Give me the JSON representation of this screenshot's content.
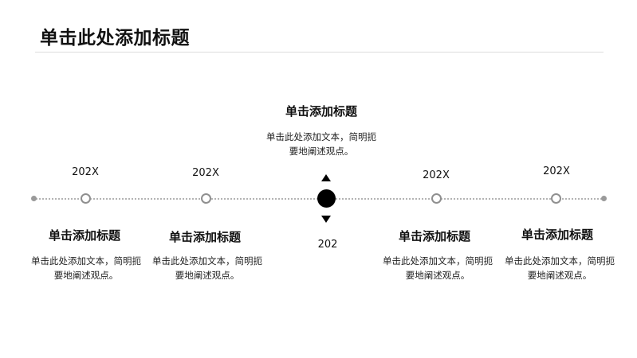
{
  "page": {
    "title": "单击此处添加标题"
  },
  "timeline": {
    "milestones": [
      {
        "year": "202X",
        "title": "单击添加标题",
        "desc": "单击此处添加文本，简明扼要地阐述观点。"
      },
      {
        "year": "202X",
        "title": "单击添加标题",
        "desc": "单击此处添加文本，简明扼要地阐述观点。"
      },
      {
        "year": "202",
        "title": "单击添加标题",
        "desc": "单击此处添加文本，简明扼要地阐述观点。"
      },
      {
        "year": "202X",
        "title": "单击添加标题",
        "desc": "单击此处添加文本，简明扼要地阐述观点。"
      },
      {
        "year": "202X",
        "title": "单击添加标题",
        "desc": "单击此处添加文本，简明扼要地阐述观点。"
      }
    ]
  },
  "colors": {
    "line": "#b3b3b3",
    "node_border": "#8f8f8f",
    "center_node": "#000000"
  }
}
